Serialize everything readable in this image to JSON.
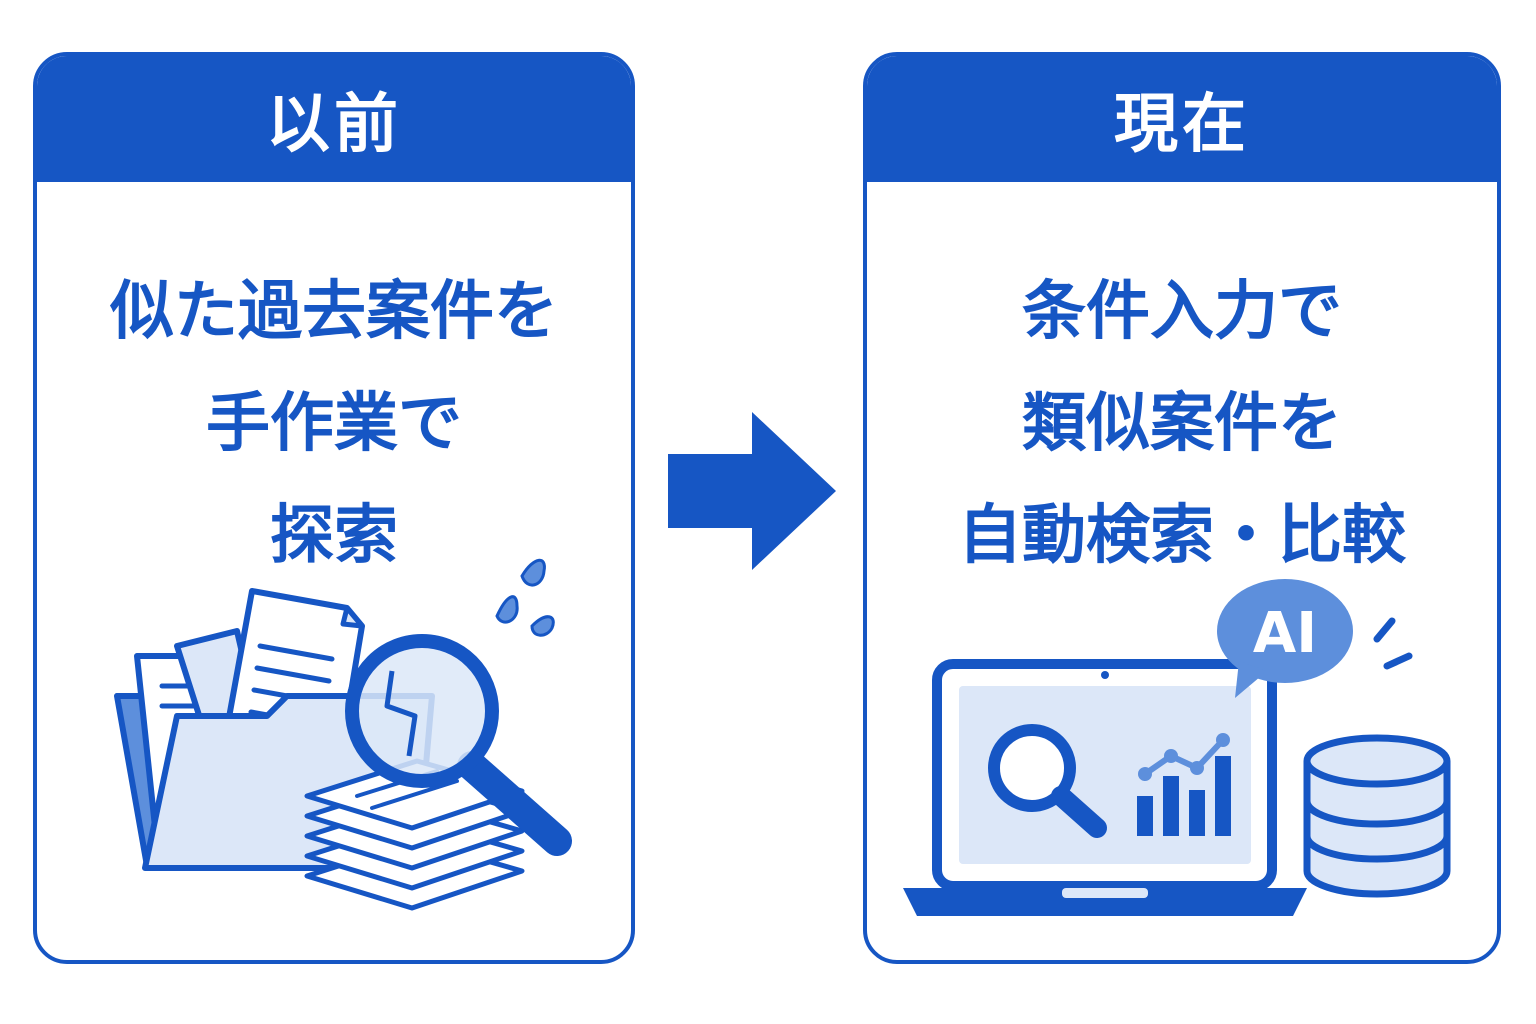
{
  "before": {
    "title": "以前",
    "lines": [
      "似た過去案件を",
      "手作業で",
      "探索"
    ]
  },
  "after": {
    "title": "現在",
    "lines": [
      "条件入力で",
      "類似案件を",
      "自動検索・比較"
    ],
    "ai_badge": "AI"
  },
  "icons": {
    "before": [
      "folder-icon",
      "documents-icon",
      "paper-stack-icon",
      "magnifier-icon",
      "sweat-drops-icon"
    ],
    "after": [
      "laptop-icon",
      "search-icon",
      "bar-chart-icon",
      "ai-speech-bubble-icon",
      "database-icon"
    ],
    "transition": "right-arrow-icon"
  },
  "colors": {
    "primary": "#1656c4",
    "light": "#dce7f8",
    "mid": "#5d8fdc",
    "white": "#ffffff"
  }
}
